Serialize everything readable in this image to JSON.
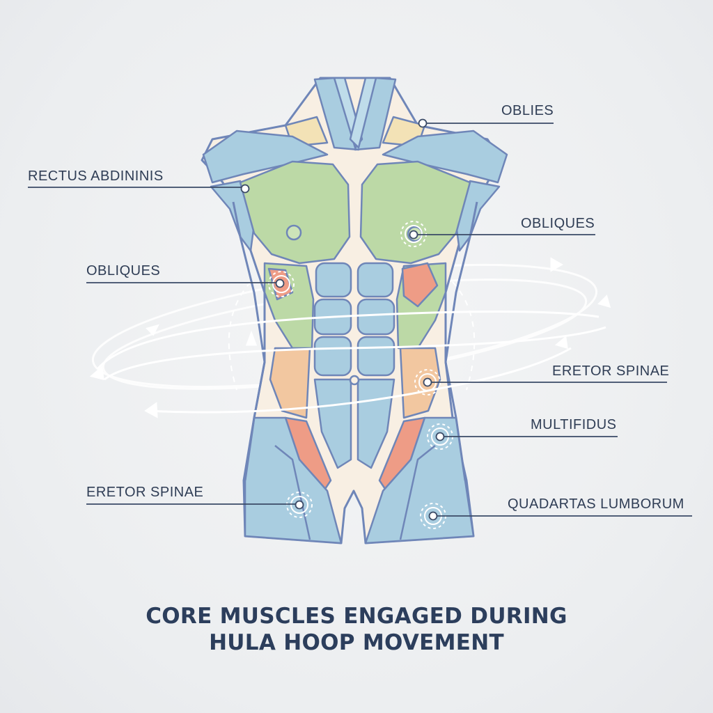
{
  "diagram": {
    "title_line_1": "CORE MUSCLES ENGAGED DURING",
    "title_line_2": "HULA HOOP MOVEMENT",
    "labels": [
      {
        "id": "oblies",
        "text": "OBLIES"
      },
      {
        "id": "rectus-abdininis",
        "text": "RECTUS ABDININIS"
      },
      {
        "id": "obliques-right",
        "text": "OBLIQUES"
      },
      {
        "id": "obliques-left",
        "text": "OBLIQUES"
      },
      {
        "id": "eretor-spinae-right",
        "text": "ERETOR SPINAE"
      },
      {
        "id": "multifidus",
        "text": "MULTIFIDUS"
      },
      {
        "id": "eretor-spinae-left",
        "text": "ERETOR SPINAE"
      },
      {
        "id": "quadartas-lumborum",
        "text": "QUADARTAS LUMBORUM"
      }
    ],
    "colors": {
      "muscle_green": "#bcd9a6",
      "muscle_blue": "#a9cde0",
      "muscle_orange": "#f2c7a0",
      "muscle_red": "#ee9c86",
      "outline": "#6f86b8",
      "skin": "#f8efe3",
      "leader_line": "#3a4a66",
      "title": "#2c3e5c"
    }
  }
}
